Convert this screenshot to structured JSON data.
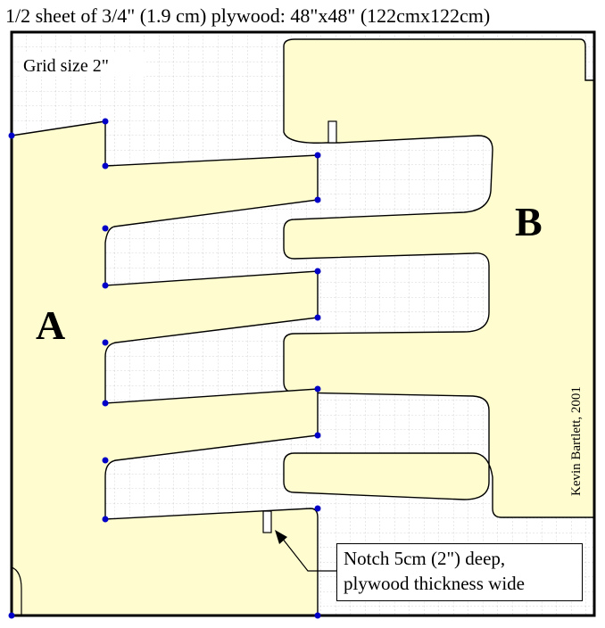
{
  "title": "1/2 sheet of 3/4\" (1.9 cm) plywood: 48\"x48\" (122cmx122cm)",
  "grid_label": "Grid size 2\"",
  "piece_a_label": "A",
  "piece_b_label": "B",
  "credit": "Kevin Bartlett, 2001",
  "callout": {
    "line1": "Notch 5cm (2\") deep,",
    "line2": "plywood thickness wide"
  },
  "colors": {
    "piece_fill": "#fffdd0",
    "outline": "#000000",
    "grid": "#c8c8c8",
    "vertex_dot": "#0000c8"
  },
  "icons": [
    "arrow-icon"
  ]
}
